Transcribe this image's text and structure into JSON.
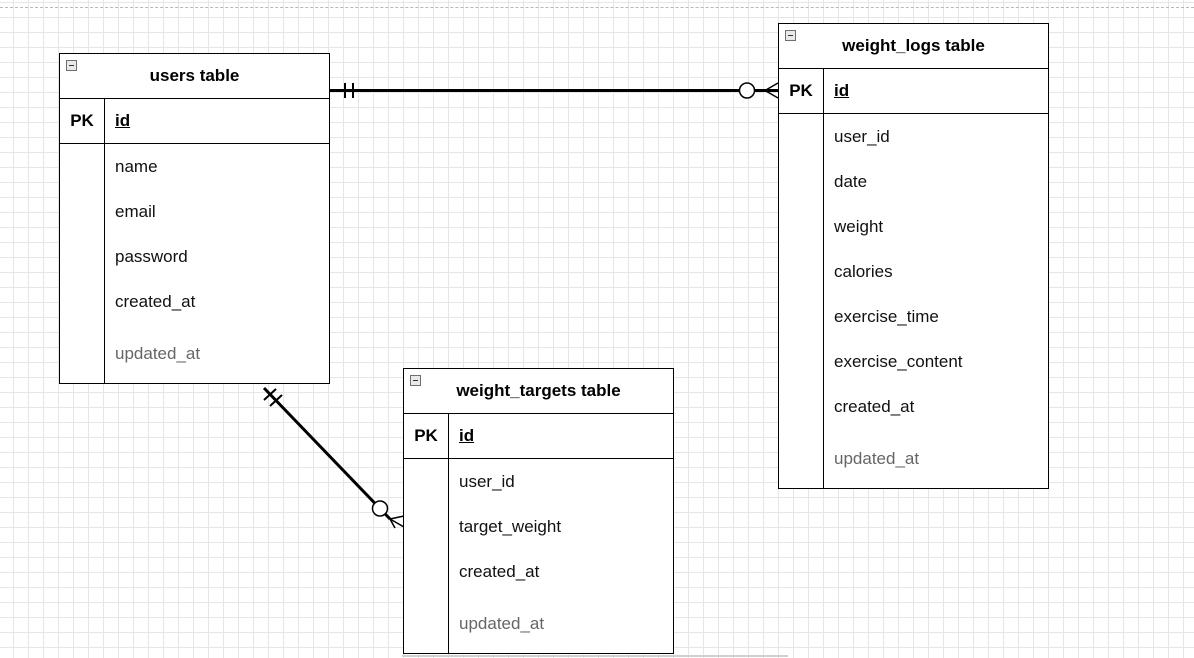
{
  "tables": {
    "users": {
      "title": "users table",
      "pk_label": "PK",
      "pk_field": "id",
      "fields": [
        "name",
        "email",
        "password",
        "created_at",
        "updated_at"
      ]
    },
    "weight_logs": {
      "title": "weight_logs table",
      "pk_label": "PK",
      "pk_field": "id",
      "fields": [
        "user_id",
        "date",
        "weight",
        "calories",
        "exercise_time",
        "exercise_content",
        "created_at",
        "updated_at"
      ]
    },
    "weight_targets": {
      "title": "weight_targets table",
      "pk_label": "PK",
      "pk_field": "id",
      "fields": [
        "user_id",
        "target_weight",
        "created_at",
        "updated_at"
      ]
    }
  },
  "relationships": [
    {
      "from": "users",
      "to": "weight_logs",
      "from_cardinality": "one-and-only-one",
      "to_cardinality": "zero-or-many"
    },
    {
      "from": "users",
      "to": "weight_targets",
      "from_cardinality": "one-and-only-one",
      "to_cardinality": "zero-or-many"
    }
  ],
  "colors": {
    "grid": "#e6e6e6",
    "line": "#000000",
    "muted_text": "#666666"
  }
}
